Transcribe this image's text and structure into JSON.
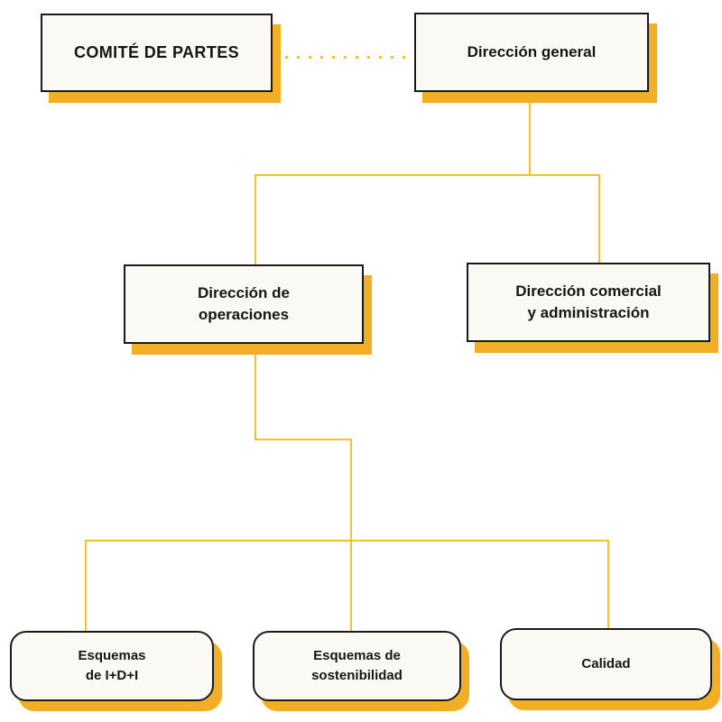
{
  "diagram": {
    "type": "org-chart",
    "nodes": {
      "comite_de_partes": {
        "label": "COMITÉ DE PARTES",
        "shape": "rectangle",
        "lines": [
          "COMITÉ DE PARTES"
        ]
      },
      "direccion_general": {
        "label": "Dirección general",
        "shape": "rectangle",
        "lines": [
          "Dirección general"
        ]
      },
      "direccion_de_operaciones": {
        "label": "Dirección de operaciones",
        "shape": "rectangle",
        "lines": [
          "Dirección de",
          "operaciones"
        ]
      },
      "direccion_comercial_y_administracion": {
        "label": "Dirección comercial y administración",
        "shape": "rectangle",
        "lines": [
          "Dirección comercial",
          "y administración"
        ]
      },
      "esquemas_de_idi": {
        "label": "Esquemas de I+D+I",
        "shape": "rounded",
        "lines": [
          "Esquemas",
          "de I+D+I"
        ]
      },
      "esquemas_de_sostenibilidad": {
        "label": "Esquemas de sostenibilidad",
        "shape": "rounded",
        "lines": [
          "Esquemas de",
          "sostenibilidad"
        ]
      },
      "calidad": {
        "label": "Calidad",
        "shape": "rounded",
        "lines": [
          "Calidad"
        ]
      }
    },
    "edges": [
      {
        "from": "comite_de_partes",
        "to": "direccion_general",
        "style": "dotted"
      },
      {
        "from": "direccion_general",
        "to": "direccion_de_operaciones",
        "style": "solid"
      },
      {
        "from": "direccion_general",
        "to": "direccion_comercial_y_administracion",
        "style": "solid"
      },
      {
        "from": "direccion_de_operaciones",
        "to": "esquemas_de_idi",
        "style": "solid"
      },
      {
        "from": "direccion_de_operaciones",
        "to": "esquemas_de_sostenibilidad",
        "style": "solid"
      },
      {
        "from": "direccion_de_operaciones",
        "to": "calidad",
        "style": "solid"
      }
    ]
  },
  "colors": {
    "connector": "#FBBE2E",
    "shadow": "#F2AF25",
    "node_fill": "#FBF9F3",
    "node_border": "#1A1A1A",
    "text": "#161616",
    "background": "#FFFFFF"
  }
}
